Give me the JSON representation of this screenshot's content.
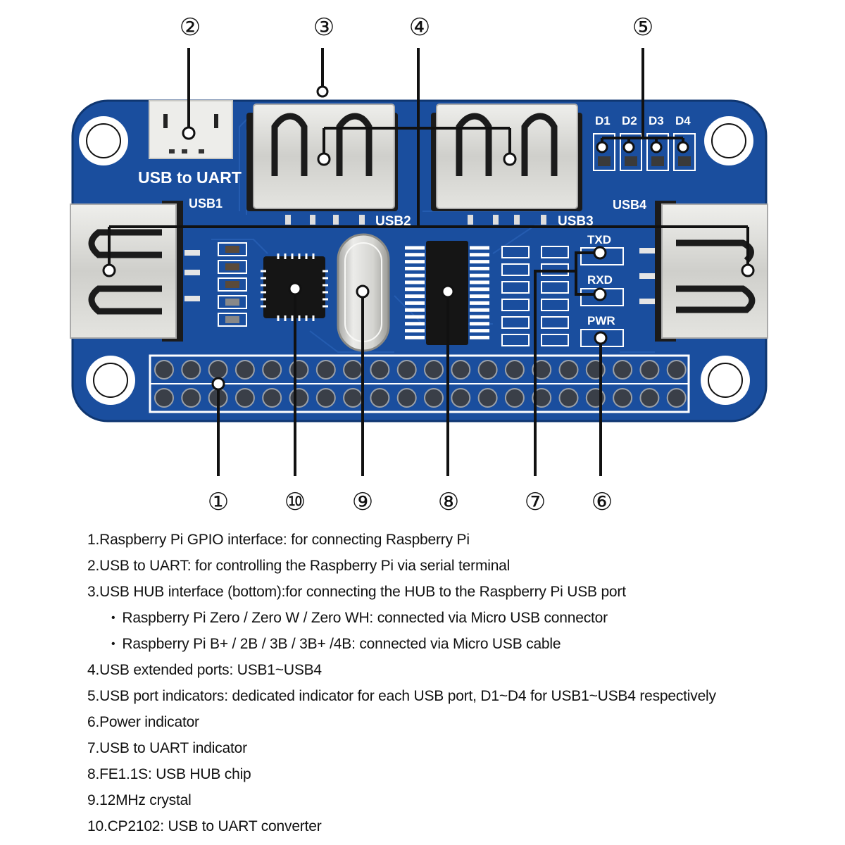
{
  "board": {
    "silkscreen": {
      "usb_to_uart": "USB to UART",
      "usb1": "USB1",
      "usb2": "USB2",
      "usb3": "USB3",
      "usb4": "USB4",
      "txd": "TXD",
      "rxd": "RXD",
      "pwr": "PWR",
      "d1": "D1",
      "d2": "D2",
      "d3": "D3",
      "d4": "D4"
    },
    "colors": {
      "pcb": "#1a4e9e",
      "pcb_dark": "#123a7a",
      "silk": "#ffffff",
      "metal": "#d9d9d6",
      "chip": "#151515"
    }
  },
  "callouts": {
    "top": [
      {
        "id": "2",
        "glyph": "②"
      },
      {
        "id": "3",
        "glyph": "③"
      },
      {
        "id": "4",
        "glyph": "④"
      },
      {
        "id": "5",
        "glyph": "⑤"
      }
    ],
    "bottom": [
      {
        "id": "1",
        "glyph": "①"
      },
      {
        "id": "10",
        "glyph": "⑩"
      },
      {
        "id": "9",
        "glyph": "⑨"
      },
      {
        "id": "8",
        "glyph": "⑧"
      },
      {
        "id": "7",
        "glyph": "⑦"
      },
      {
        "id": "6",
        "glyph": "⑥"
      }
    ]
  },
  "legend": [
    {
      "text": "1.Raspberry Pi GPIO interface: for connecting Raspberry Pi",
      "sub": false
    },
    {
      "text": "2.USB to UART: for controlling the Raspberry Pi via serial terminal",
      "sub": false
    },
    {
      "text": "3.USB HUB interface (bottom):for connecting the HUB to the Raspberry Pi USB port",
      "sub": false
    },
    {
      "text": "Raspberry Pi Zero / Zero W / Zero WH: connected via Micro USB connector",
      "sub": true
    },
    {
      "text": "Raspberry Pi B+ / 2B / 3B / 3B+ /4B: connected via Micro USB cable",
      "sub": true
    },
    {
      "text": "4.USB extended ports: USB1~USB4",
      "sub": false
    },
    {
      "text": "5.USB port indicators: dedicated indicator for each USB port, D1~D4 for USB1~USB4 respectively",
      "sub": false
    },
    {
      "text": "6.Power indicator",
      "sub": false
    },
    {
      "text": "7.USB to UART indicator",
      "sub": false
    },
    {
      "text": "8.FE1.1S: USB HUB chip",
      "sub": false
    },
    {
      "text": "9.12MHz crystal",
      "sub": false
    },
    {
      "text": "10.CP2102: USB to UART converter",
      "sub": false
    }
  ]
}
